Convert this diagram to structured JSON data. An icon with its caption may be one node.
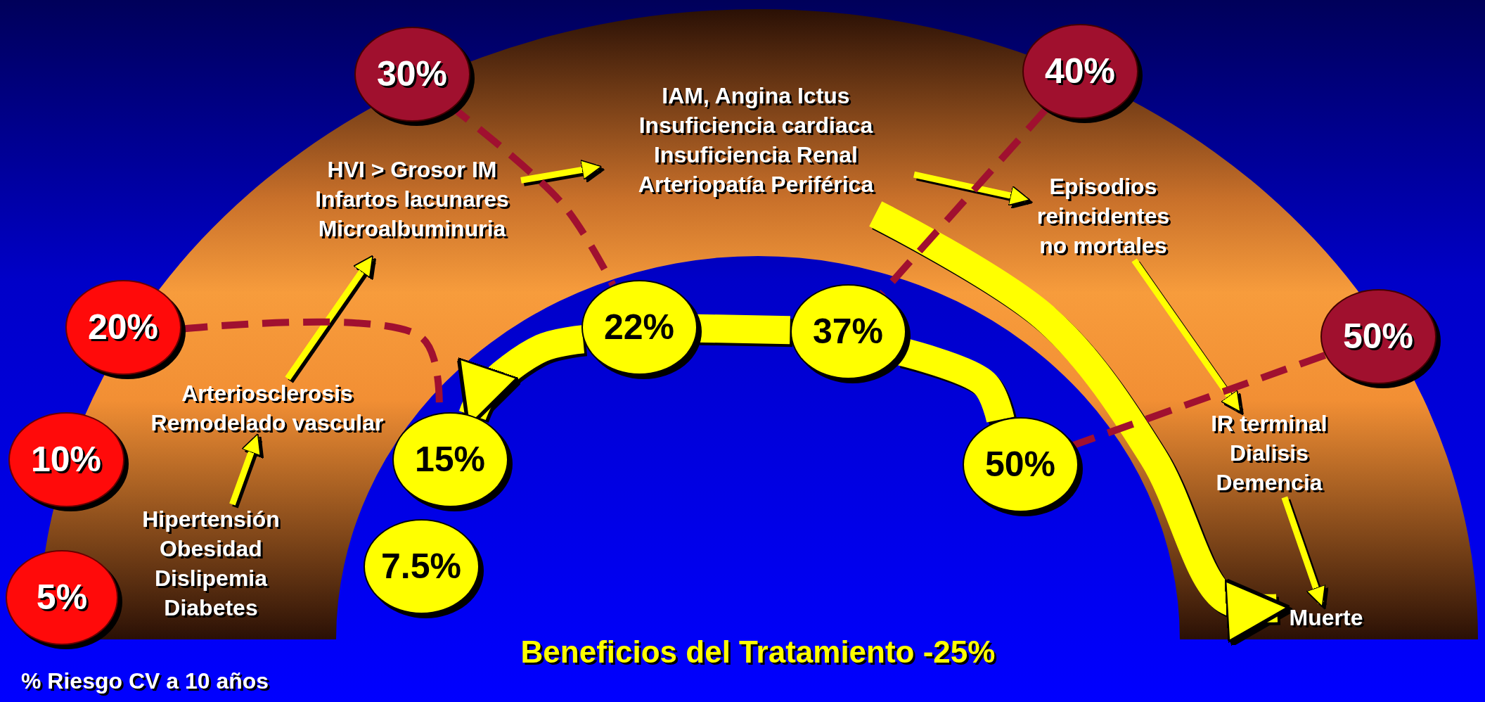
{
  "diagram": {
    "title": "Beneficios del Tratamiento -25%",
    "nodes": [
      {
        "text": [
          "5%"
        ]
      },
      {
        "text": [
          "10%"
        ]
      },
      {
        "text": [
          "20%"
        ]
      },
      {
        "text": [
          "30%"
        ]
      },
      {
        "text": [
          "40%"
        ]
      },
      {
        "text": [
          "50%"
        ]
      },
      {
        "text": [
          "Hipertensión Obesidad Dislipemia Diabetes"
        ]
      },
      {
        "text": [
          "Arteriosclerosis Remodelado vascular"
        ]
      },
      {
        "text": [
          "HVI > Grosor IM Infartos lacunares Microalbuminuria"
        ]
      },
      {
        "text": [
          "IAM, Angina Ictus Insuficiencia cardiaca Insuficiencia Renal Arteriopatía Periférica"
        ]
      },
      {
        "text": [
          "Episodios reincidentes no mortales"
        ]
      },
      {
        "text": [
          "IR terminal Dialisis Demencia"
        ]
      },
      {
        "text": [
          "Muerte"
        ]
      },
      {
        "text": [
          "7.5%"
        ]
      },
      {
        "text": [
          "15%"
        ]
      },
      {
        "text": [
          "22%"
        ]
      },
      {
        "text": [
          "37%"
        ]
      },
      {
        "text": [
          "50%"
        ]
      }
    ],
    "edges": [
      {
        "from": 6,
        "to": 7,
        "arrow": "to"
      },
      {
        "from": 7,
        "to": 8,
        "arrow": "to"
      },
      {
        "from": 8,
        "to": 9,
        "arrow": "to"
      },
      {
        "from": 9,
        "to": 10,
        "arrow": "to"
      },
      {
        "from": 10,
        "to": 11,
        "arrow": "to"
      },
      {
        "from": 11,
        "to": 12,
        "arrow": "to"
      },
      {
        "from": 9,
        "to": 12,
        "arrow": "to",
        "style": "thick"
      },
      {
        "from": 2,
        "to": 14,
        "arrow": "none",
        "style": "dashed",
        "color": "#a01030"
      },
      {
        "from": 3,
        "to": 15,
        "arrow": "none",
        "style": "dashed",
        "color": "#a01030"
      },
      {
        "from": 4,
        "to": 16,
        "arrow": "none",
        "style": "dashed",
        "color": "#a01030"
      },
      {
        "from": 5,
        "to": 17,
        "arrow": "none",
        "style": "dashed",
        "color": "#a01030"
      },
      {
        "from": 17,
        "to": 16,
        "arrow": "none",
        "style": "thick"
      },
      {
        "from": 16,
        "to": 15,
        "arrow": "none",
        "style": "thick"
      },
      {
        "from": 15,
        "to": 14,
        "arrow": "to",
        "style": "thick"
      }
    ],
    "labels": [
      "% Riesgo CV a 10 años"
    ]
  }
}
